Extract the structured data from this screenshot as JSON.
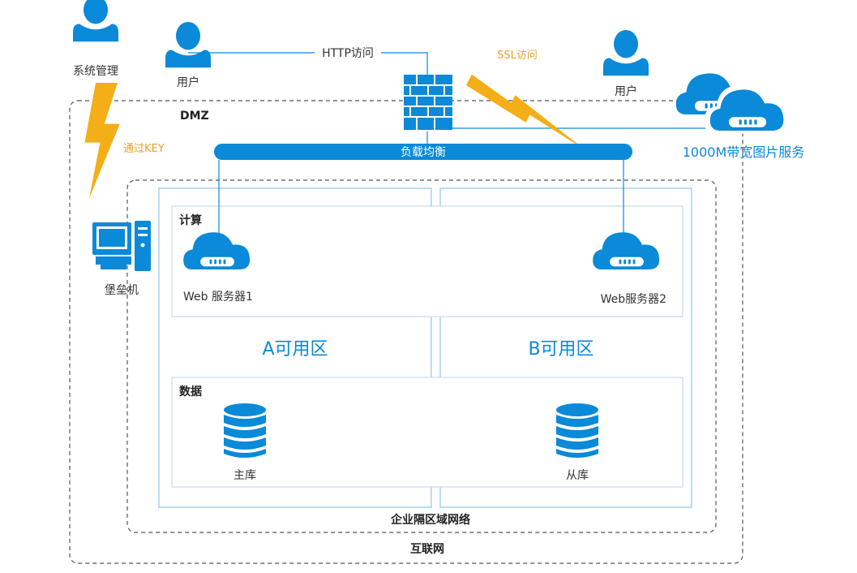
{
  "colors": {
    "primary_blue": "#0A8AD8",
    "light_blue": "#8CC8EC",
    "lightning_orange": "#F4AE17",
    "orange_text": "#E8A22A",
    "dashed_border": "#555555",
    "text": "#333333"
  },
  "zones": {
    "internet": "互联网",
    "dmz": "DMZ",
    "enterprise_network": "企业隔区域网络",
    "compute": "计算",
    "data": "数据",
    "az_a": "A可用区",
    "az_b": "B可用区"
  },
  "actors": {
    "sys_admin": "系统管理",
    "user_left": "用户",
    "user_right": "用户",
    "bastion_host": "堡垒机"
  },
  "links": {
    "http_access": "HTTP访问",
    "ssl_access": "SSL访问",
    "via_key": "通过KEY"
  },
  "components": {
    "load_balancer": "负载均衡",
    "image_service": "1000M带宽图片服务",
    "web_server_1": "Web 服务器1",
    "web_server_2": "Web服务器2",
    "master_db": "主库",
    "slave_db": "从库"
  },
  "icons": {
    "person": "person-icon",
    "firewall": "firewall-icon",
    "cloud_server": "cloud-server-icon",
    "database": "database-icon",
    "computer": "desktop-computer-icon",
    "lightning": "lightning-bolt-icon"
  }
}
